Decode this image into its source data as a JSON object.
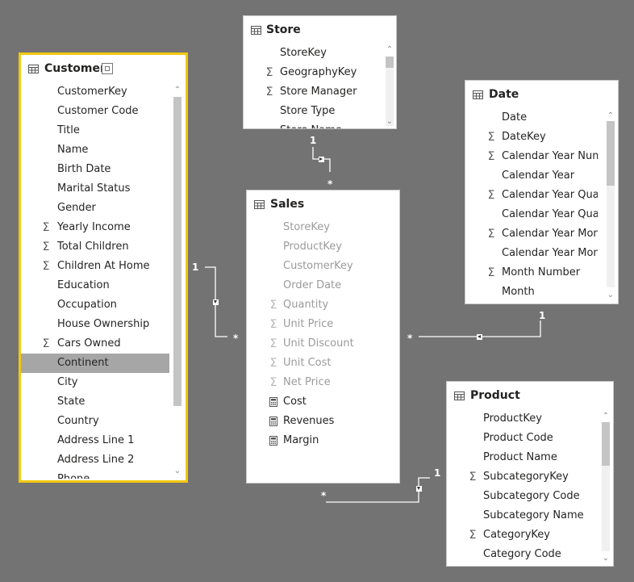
{
  "customer": {
    "title": "Customer",
    "fields": [
      {
        "name": "CustomerKey",
        "agg": false,
        "hidden": false
      },
      {
        "name": "Customer Code",
        "agg": false,
        "hidden": false
      },
      {
        "name": "Title",
        "agg": false,
        "hidden": false
      },
      {
        "name": "Name",
        "agg": false,
        "hidden": false
      },
      {
        "name": "Birth Date",
        "agg": false,
        "hidden": false
      },
      {
        "name": "Marital Status",
        "agg": false,
        "hidden": false
      },
      {
        "name": "Gender",
        "agg": false,
        "hidden": false
      },
      {
        "name": "Yearly Income",
        "agg": true,
        "hidden": false
      },
      {
        "name": "Total Children",
        "agg": true,
        "hidden": false
      },
      {
        "name": "Children At Home",
        "agg": true,
        "hidden": false
      },
      {
        "name": "Education",
        "agg": false,
        "hidden": false
      },
      {
        "name": "Occupation",
        "agg": false,
        "hidden": false
      },
      {
        "name": "House Ownership",
        "agg": false,
        "hidden": false
      },
      {
        "name": "Cars Owned",
        "agg": true,
        "hidden": false
      },
      {
        "name": "Continent",
        "agg": false,
        "hidden": false,
        "highlight": true
      },
      {
        "name": "City",
        "agg": false,
        "hidden": false
      },
      {
        "name": "State",
        "agg": false,
        "hidden": false
      },
      {
        "name": "Country",
        "agg": false,
        "hidden": false
      },
      {
        "name": "Address Line 1",
        "agg": false,
        "hidden": false
      },
      {
        "name": "Address Line 2",
        "agg": false,
        "hidden": false
      },
      {
        "name": "Phone",
        "agg": false,
        "hidden": false
      }
    ]
  },
  "store": {
    "title": "Store",
    "fields": [
      {
        "name": "StoreKey",
        "agg": false,
        "hidden": false
      },
      {
        "name": "GeographyKey",
        "agg": true,
        "hidden": false
      },
      {
        "name": "Store Manager",
        "agg": true,
        "hidden": false
      },
      {
        "name": "Store Type",
        "agg": false,
        "hidden": false
      },
      {
        "name": "Store Name",
        "agg": false,
        "hidden": false
      }
    ]
  },
  "sales": {
    "title": "Sales",
    "fields": [
      {
        "name": "StoreKey",
        "agg": false,
        "hidden": true
      },
      {
        "name": "ProductKey",
        "agg": false,
        "hidden": true
      },
      {
        "name": "CustomerKey",
        "agg": false,
        "hidden": true
      },
      {
        "name": "Order Date",
        "agg": false,
        "hidden": true
      },
      {
        "name": "Quantity",
        "agg": true,
        "hidden": true
      },
      {
        "name": "Unit Price",
        "agg": true,
        "hidden": true
      },
      {
        "name": "Unit Discount",
        "agg": true,
        "hidden": true
      },
      {
        "name": "Unit Cost",
        "agg": true,
        "hidden": true
      },
      {
        "name": "Net Price",
        "agg": true,
        "hidden": true
      },
      {
        "name": "Cost",
        "calc": true,
        "hidden": false
      },
      {
        "name": "Revenues",
        "calc": true,
        "hidden": false
      },
      {
        "name": "Margin",
        "calc": true,
        "hidden": false
      }
    ]
  },
  "date": {
    "title": "Date",
    "fields": [
      {
        "name": "Date",
        "agg": false,
        "hidden": false
      },
      {
        "name": "DateKey",
        "agg": true,
        "hidden": false
      },
      {
        "name": "Calendar Year Number",
        "agg": true,
        "hidden": false
      },
      {
        "name": "Calendar Year",
        "agg": false,
        "hidden": false
      },
      {
        "name": "Calendar Year Quarter Number",
        "agg": true,
        "hidden": false
      },
      {
        "name": "Calendar Year Quarter",
        "agg": false,
        "hidden": false
      },
      {
        "name": "Calendar Year Month Number",
        "agg": true,
        "hidden": false
      },
      {
        "name": "Calendar Year Month",
        "agg": false,
        "hidden": false
      },
      {
        "name": "Month Number",
        "agg": true,
        "hidden": false
      },
      {
        "name": "Month",
        "agg": false,
        "hidden": false
      }
    ]
  },
  "product": {
    "title": "Product",
    "fields": [
      {
        "name": "ProductKey",
        "agg": false,
        "hidden": false
      },
      {
        "name": "Product Code",
        "agg": false,
        "hidden": false
      },
      {
        "name": "Product Name",
        "agg": false,
        "hidden": false
      },
      {
        "name": "SubcategoryKey",
        "agg": true,
        "hidden": false
      },
      {
        "name": "Subcategory Code",
        "agg": false,
        "hidden": false
      },
      {
        "name": "Subcategory Name",
        "agg": false,
        "hidden": false
      },
      {
        "name": "CategoryKey",
        "agg": true,
        "hidden": false
      },
      {
        "name": "Category Code",
        "agg": false,
        "hidden": false
      }
    ]
  },
  "relationships": {
    "one": "1",
    "many": "*"
  },
  "colors": {
    "canvas": "#737373",
    "selected_border": "#f2c811",
    "highlight_row": "#a6a6a6",
    "hidden_text": "#9b9b9b"
  }
}
